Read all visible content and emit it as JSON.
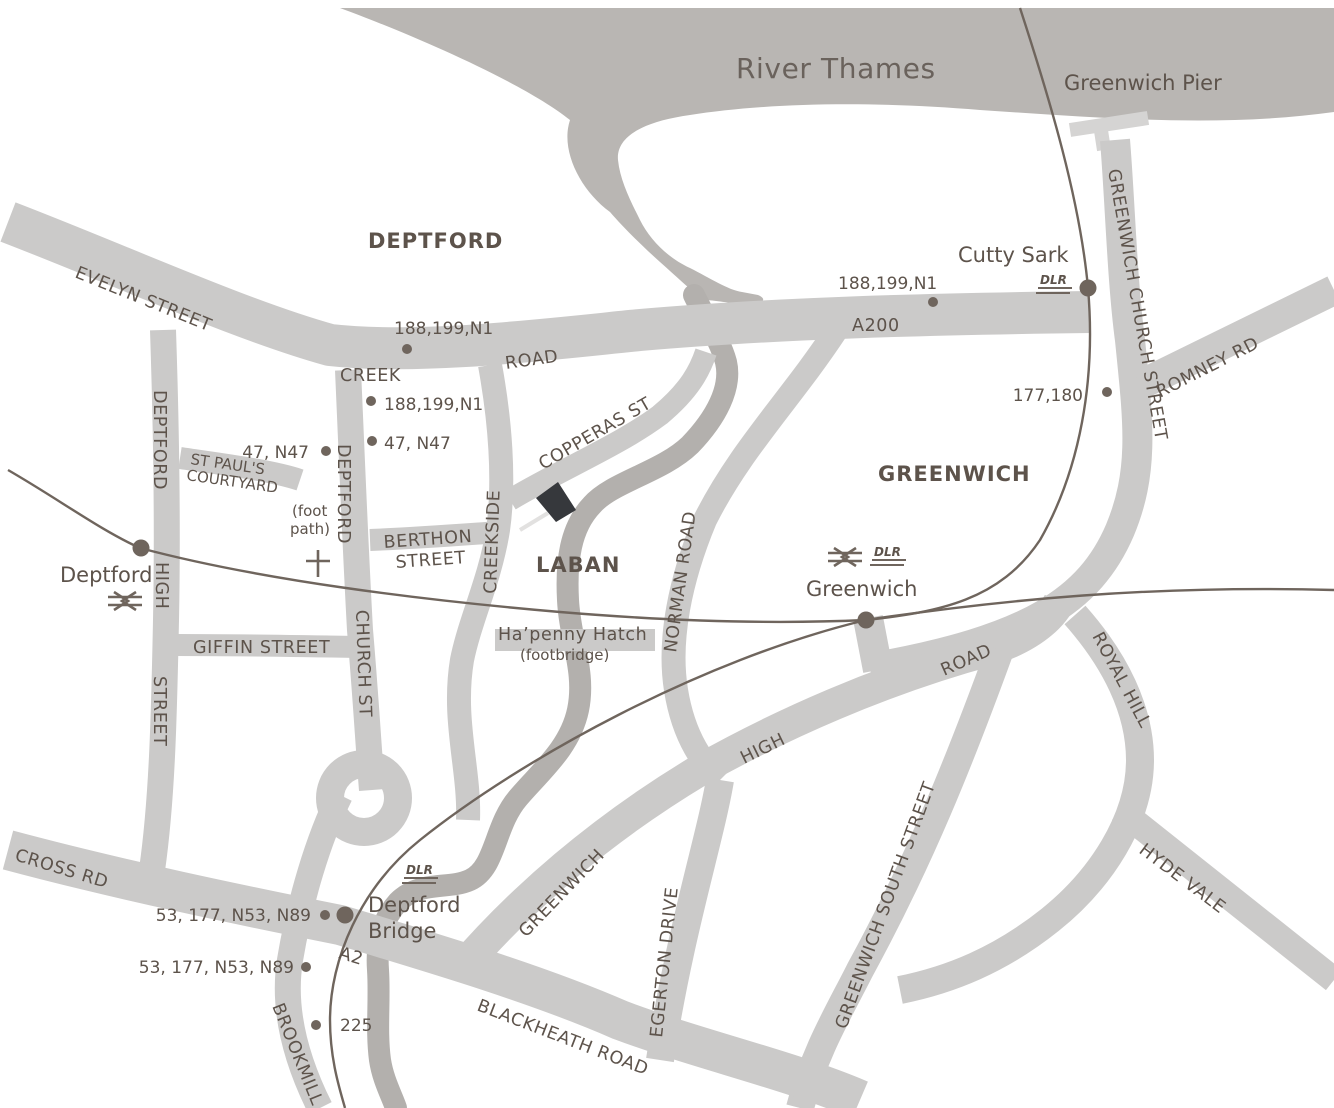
{
  "map": {
    "river": "River Thames",
    "areas": {
      "deptford": "DEPTFORD",
      "greenwich": "GREENWICH",
      "laban": "LABAN"
    },
    "roads": {
      "evelyn_street": "EVELYN STREET",
      "creek": "CREEK",
      "road": "ROAD",
      "a200": "A200",
      "copperas_st": "COPPERAS ST",
      "creekside": "CREEKSIDE",
      "berthon_line1": "BERTHON",
      "berthon_line2": "STREET",
      "deptford_church": "DEPTFORD",
      "church_st": "CHURCH ST",
      "deptford_high_1": "DEPTFORD",
      "deptford_high_2": "HIGH",
      "deptford_high_3": "STREET",
      "st_pauls_1": "ST PAUL'S",
      "st_pauls_2": "COURTYARD",
      "foot_path_1": "(foot",
      "foot_path_2": "path)",
      "giffin_street": "GIFFIN STREET",
      "hapenny_1": "Ha’penny Hatch",
      "hapenny_2": "(footbridge)",
      "norman_road": "NORMAN  ROAD",
      "greenwich_church_street": "GREENWICH CHURCH STREET",
      "romney_rd": "ROMNEY RD",
      "royal_hill": "ROYAL HILL",
      "high": "HIGH",
      "road2": "ROAD",
      "greenwich_road": "GREENWICH",
      "egerton_drive": "EGERTON DRIVE",
      "greenwich_south_street": "GREENWICH SOUTH STREET",
      "hyde_vale": "HYDE VALE",
      "cross_rd": "CROSS RD",
      "a2": "A2",
      "blackheath_road": "BLACKHEATH ROAD",
      "brookmill": "BROOKMILL"
    },
    "stations": {
      "greenwich_pier": "Greenwich Pier",
      "cutty_sark": "Cutty Sark",
      "deptford": "Deptford",
      "greenwich": "Greenwich",
      "deptford_bridge_1": "Deptford",
      "deptford_bridge_2": "Bridge",
      "dlr": "DLR"
    },
    "bus_stops": {
      "creek_road": "188,199,N1",
      "a200_east": "188,199,N1",
      "creek_south": "188,199,N1",
      "church_west": "47, N47",
      "church_east": "47, N47",
      "greenwich_church": "177,180",
      "deptford_bridge_1": "53, 177, N53, N89",
      "deptford_bridge_2": "53, 177, N53, N89",
      "brookmill": "225"
    },
    "colors": {
      "road": "#cbcac9",
      "river": "#b9b6b3",
      "creek": "#b3b0ad",
      "rail": "#6f655d",
      "text": "#5d534b",
      "laban_building": "#36383c"
    },
    "icons": [
      "national-rail-icon",
      "dlr-icon",
      "church-cross-icon"
    ]
  }
}
